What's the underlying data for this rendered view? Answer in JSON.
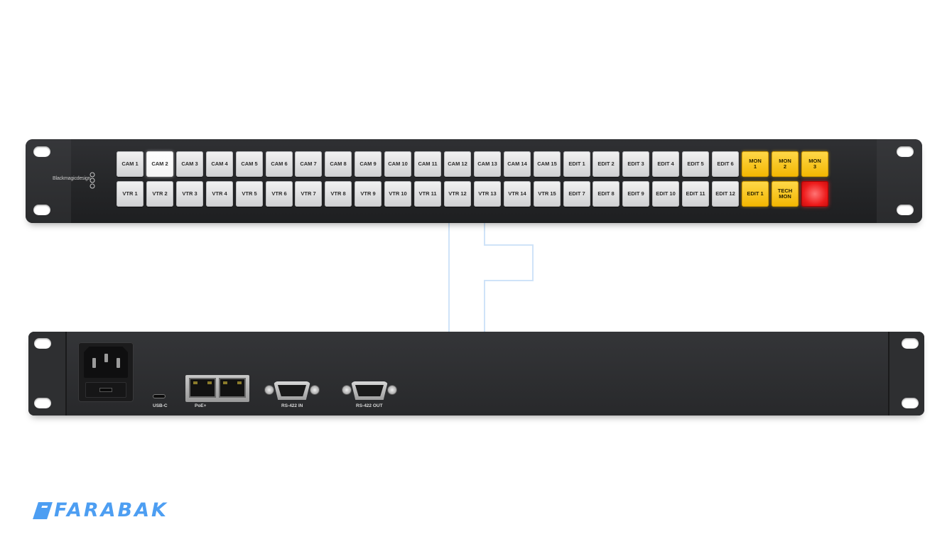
{
  "front_panel": {
    "brand": "Blackmagicdesign",
    "row1": [
      {
        "label": "CAM 1",
        "style": "normal"
      },
      {
        "label": "CAM 2",
        "style": "lit"
      },
      {
        "label": "CAM 3",
        "style": "normal"
      },
      {
        "label": "CAM 4",
        "style": "normal"
      },
      {
        "label": "CAM 5",
        "style": "normal"
      },
      {
        "label": "CAM 6",
        "style": "normal"
      },
      {
        "label": "CAM 7",
        "style": "normal"
      },
      {
        "label": "CAM 8",
        "style": "normal"
      },
      {
        "label": "CAM 9",
        "style": "normal"
      },
      {
        "label": "CAM 10",
        "style": "normal"
      },
      {
        "label": "CAM 11",
        "style": "normal"
      },
      {
        "label": "CAM 12",
        "style": "normal"
      },
      {
        "label": "CAM 13",
        "style": "normal"
      },
      {
        "label": "CAM 14",
        "style": "normal"
      },
      {
        "label": "CAM 15",
        "style": "normal"
      },
      {
        "label": "EDIT 1",
        "style": "normal"
      },
      {
        "label": "EDIT 2",
        "style": "normal"
      },
      {
        "label": "EDIT 3",
        "style": "normal"
      },
      {
        "label": "EDIT 4",
        "style": "normal"
      },
      {
        "label": "EDIT 5",
        "style": "normal"
      },
      {
        "label": "EDIT 6",
        "style": "normal"
      },
      {
        "label": "MON\n1",
        "style": "yellow"
      },
      {
        "label": "MON\n2",
        "style": "yellow"
      },
      {
        "label": "MON\n3",
        "style": "yellow"
      }
    ],
    "row2": [
      {
        "label": "VTR 1",
        "style": "normal"
      },
      {
        "label": "VTR 2",
        "style": "normal"
      },
      {
        "label": "VTR 3",
        "style": "normal"
      },
      {
        "label": "VTR 4",
        "style": "normal"
      },
      {
        "label": "VTR 5",
        "style": "normal"
      },
      {
        "label": "VTR 6",
        "style": "normal"
      },
      {
        "label": "VTR 7",
        "style": "normal"
      },
      {
        "label": "VTR 8",
        "style": "normal"
      },
      {
        "label": "VTR 9",
        "style": "normal"
      },
      {
        "label": "VTR 10",
        "style": "normal"
      },
      {
        "label": "VTR 11",
        "style": "normal"
      },
      {
        "label": "VTR 12",
        "style": "normal"
      },
      {
        "label": "VTR 13",
        "style": "normal"
      },
      {
        "label": "VTR 14",
        "style": "normal"
      },
      {
        "label": "VTR 15",
        "style": "normal"
      },
      {
        "label": "EDIT 7",
        "style": "normal"
      },
      {
        "label": "EDIT 8",
        "style": "normal"
      },
      {
        "label": "EDIT 9",
        "style": "normal"
      },
      {
        "label": "EDIT 10",
        "style": "normal"
      },
      {
        "label": "EDIT 11",
        "style": "normal"
      },
      {
        "label": "EDIT 12",
        "style": "normal"
      },
      {
        "label": "EDIT 1",
        "style": "yellow"
      },
      {
        "label": "TECH\nMON",
        "style": "yellow"
      },
      {
        "label": "",
        "style": "red"
      }
    ]
  },
  "rear_panel": {
    "ports": {
      "usb_c": "USB-C",
      "poe": "PoE+",
      "rs422_in": "RS-422 IN",
      "rs422_out": "RS-422 OUT"
    }
  },
  "logo": {
    "text": "FARABAK",
    "color": "#4d9ef2"
  },
  "colors": {
    "key_yellow": "#f2b600",
    "key_red": "#ee1c1c",
    "chassis": "#2b2c2e"
  }
}
